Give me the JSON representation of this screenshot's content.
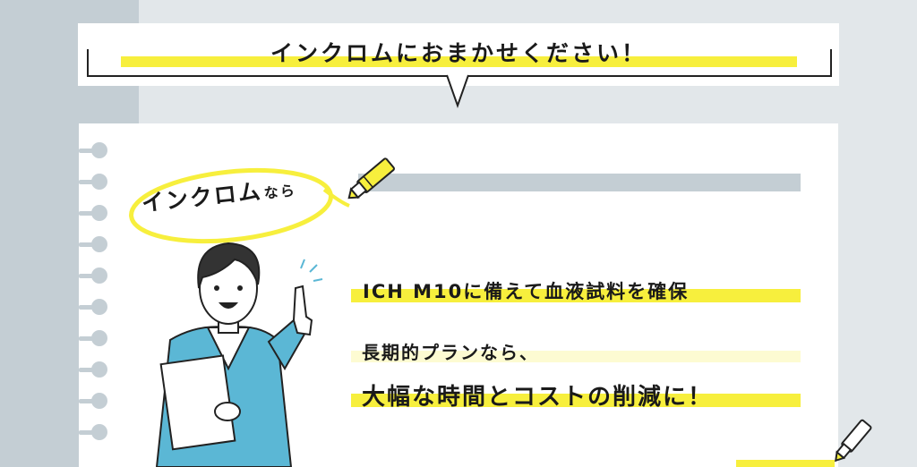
{
  "header": {
    "title": "インクロムにおまかせください！"
  },
  "brand": {
    "name": "インクロム",
    "suffix": "なら"
  },
  "messages": {
    "line1": "ICH M10に備えて血液試料を確保",
    "line2": "長期的プランなら、",
    "line3": "大幅な時間とコストの削減に！"
  },
  "colors": {
    "highlight": "#f7ef3d",
    "highlight_pale": "#fdfbd2",
    "accent_gray": "#c4ced4",
    "jacket": "#5bb7d5",
    "background": "#e2e7ea"
  }
}
